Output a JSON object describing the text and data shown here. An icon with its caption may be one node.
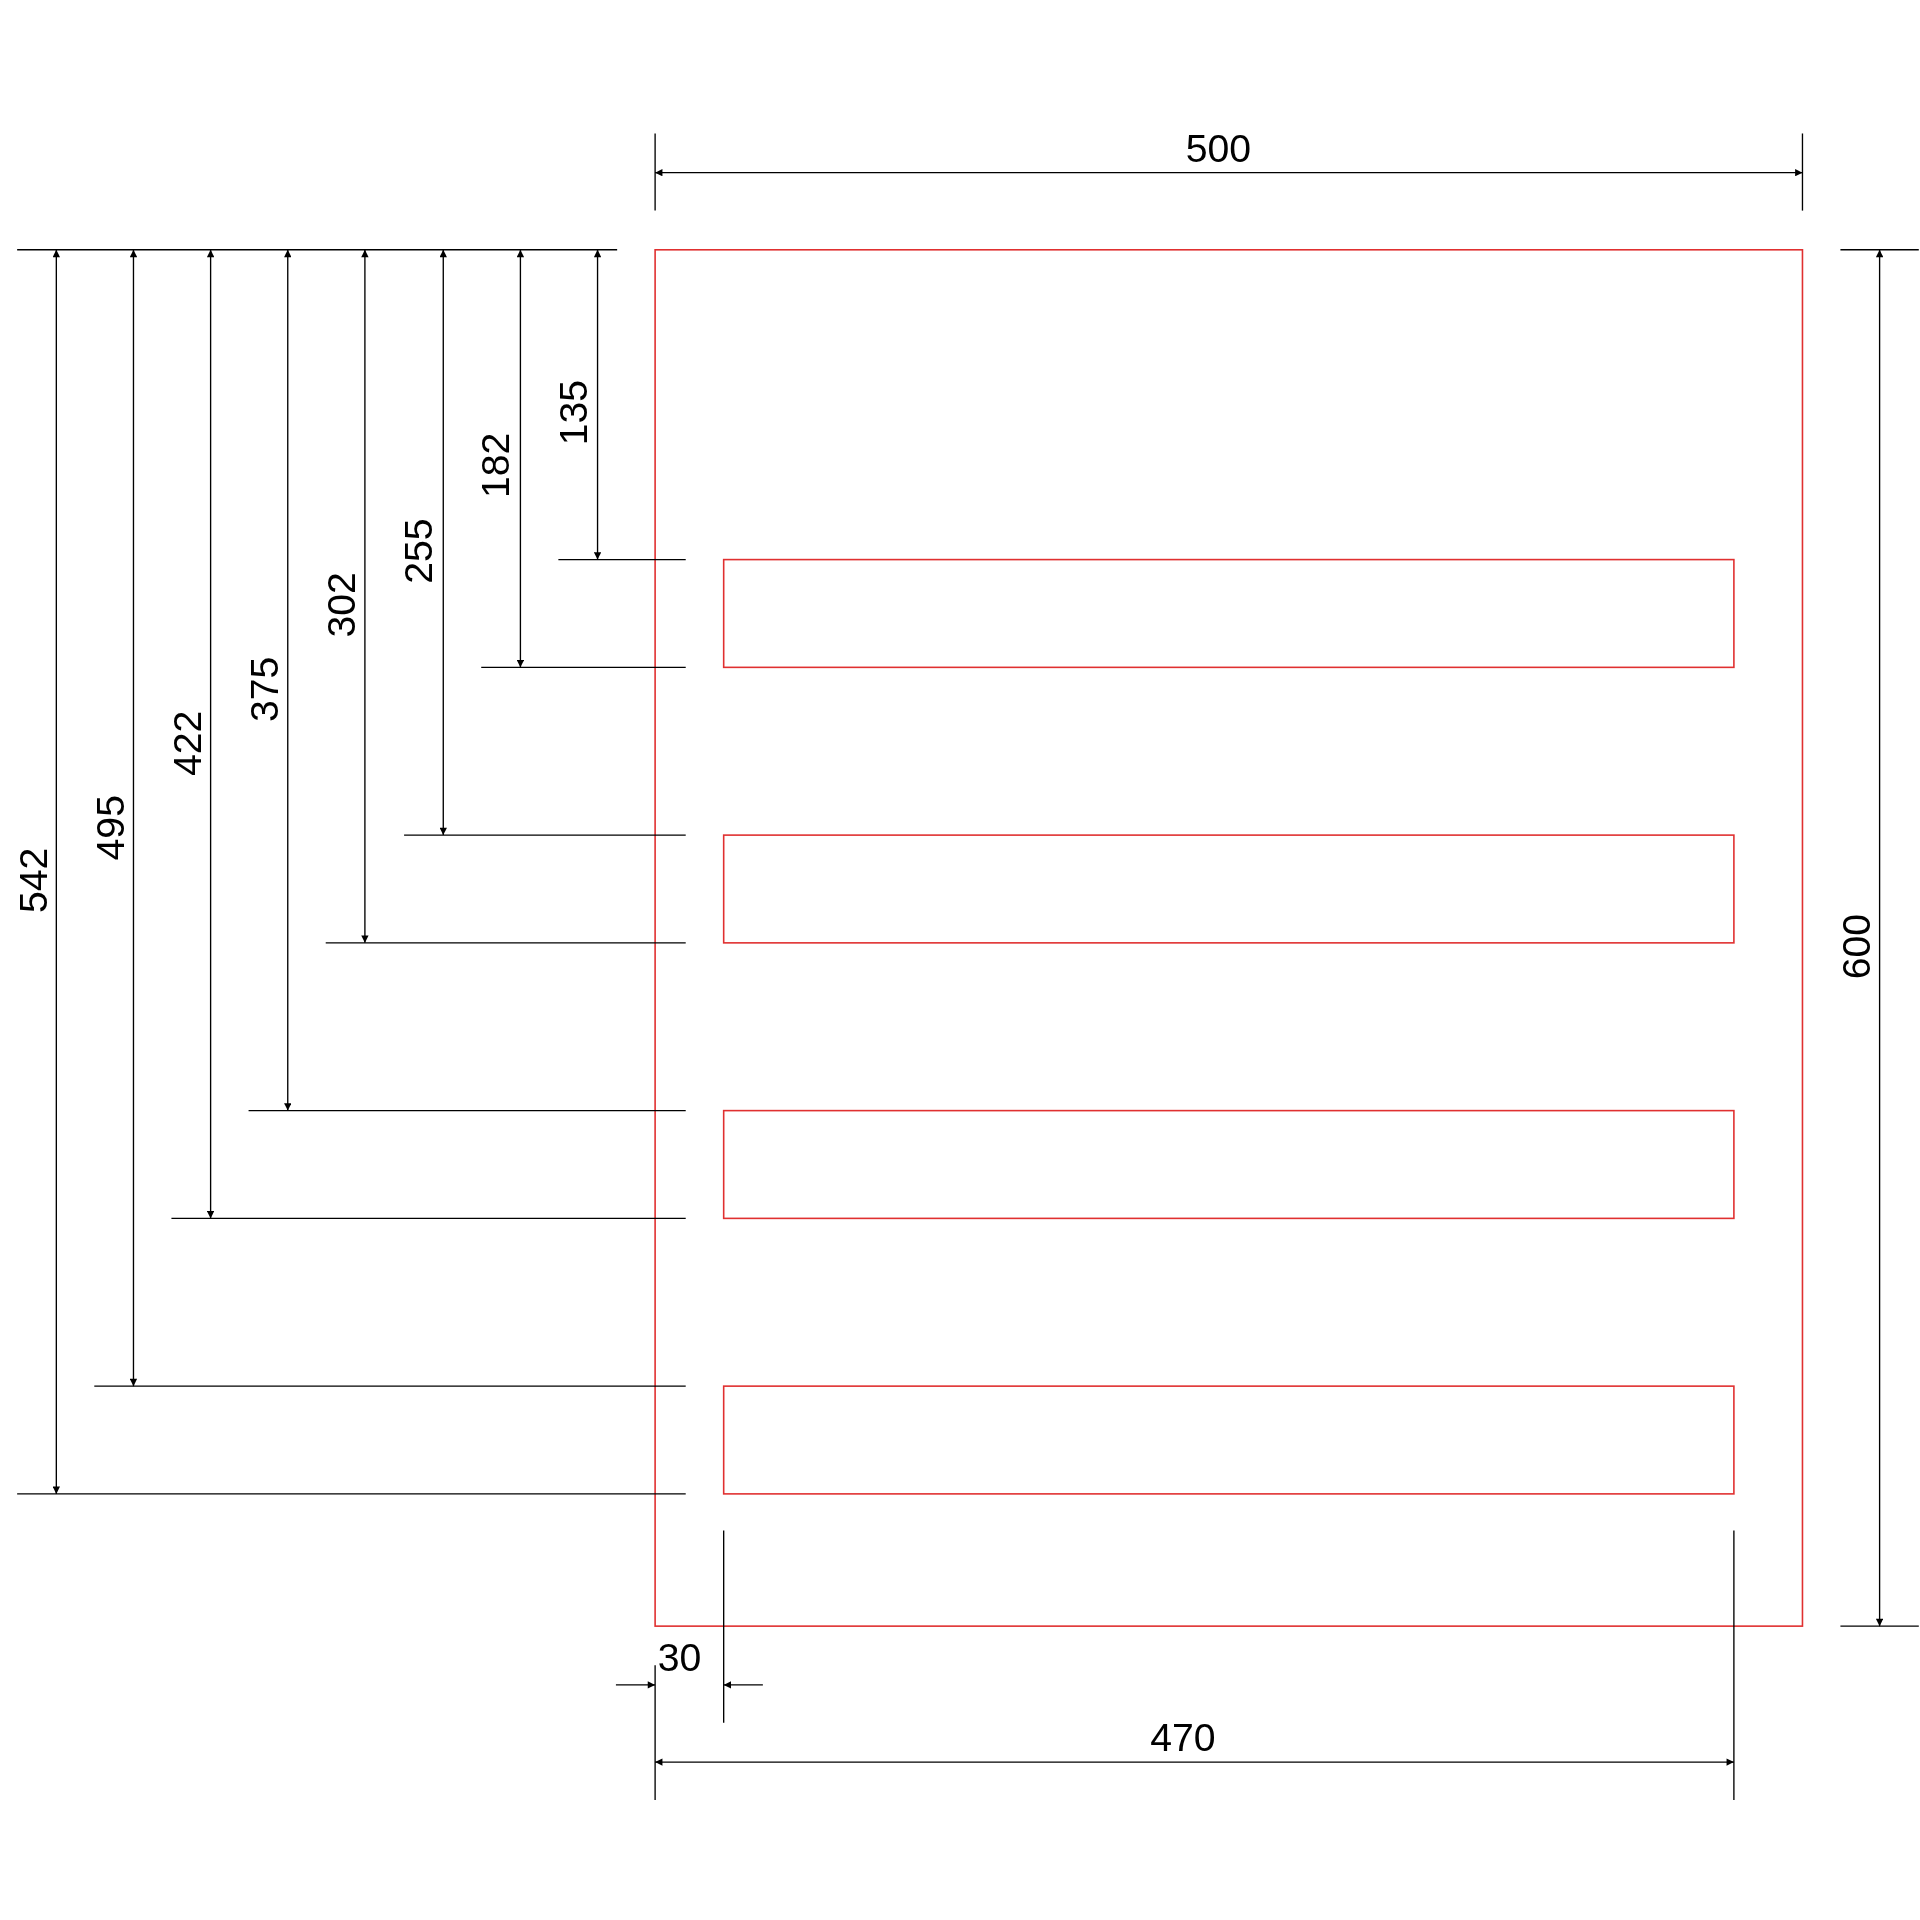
{
  "diagram": {
    "labels": [
      "500",
      "135",
      "182",
      "255",
      "302",
      "375",
      "422",
      "495",
      "542",
      "600",
      "30",
      "470"
    ]
  }
}
